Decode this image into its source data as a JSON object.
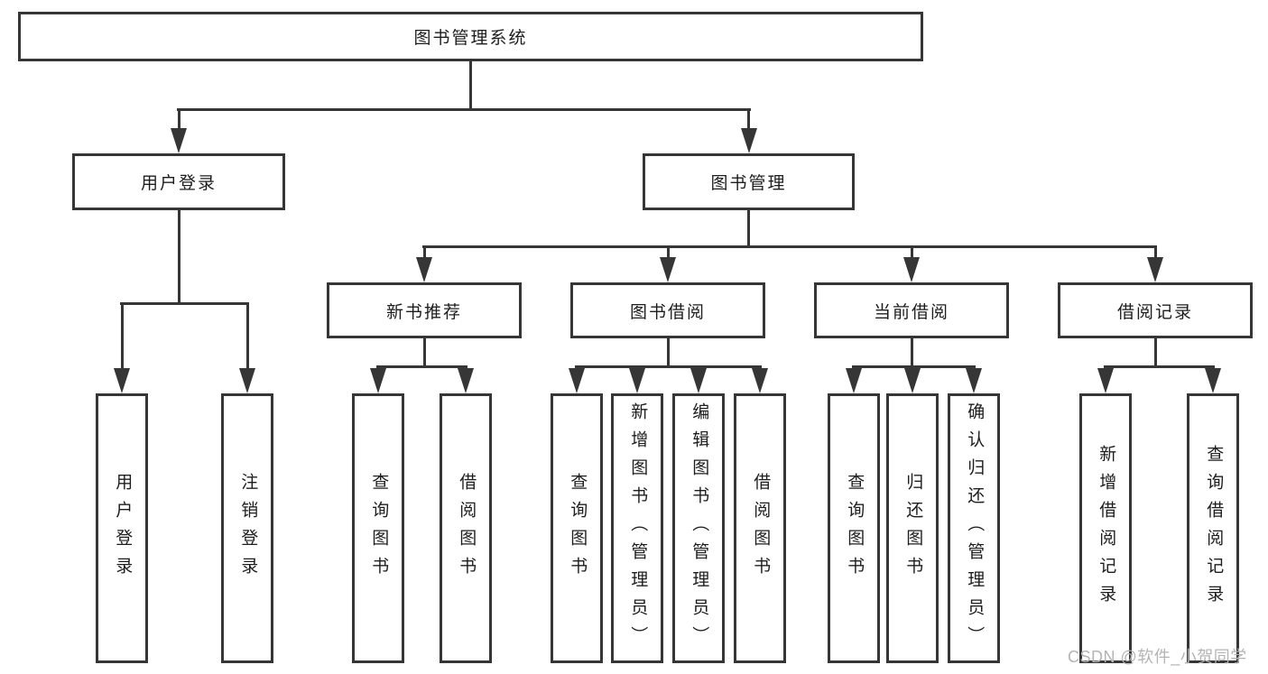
{
  "tree": {
    "label": "图书管理系统",
    "children": [
      {
        "label": "用户登录",
        "children": [
          {
            "label": "用户登录"
          },
          {
            "label": "注销登录"
          }
        ]
      },
      {
        "label": "图书管理",
        "children": [
          {
            "label": "新书推荐",
            "children": [
              {
                "label": "查询图书"
              },
              {
                "label": "借阅图书"
              }
            ]
          },
          {
            "label": "图书借阅",
            "children": [
              {
                "label": "查询图书"
              },
              {
                "label": "新增图书（管理员）"
              },
              {
                "label": "编辑图书（管理员）"
              },
              {
                "label": "借阅图书"
              }
            ]
          },
          {
            "label": "当前借阅",
            "children": [
              {
                "label": "查询图书"
              },
              {
                "label": "归还图书"
              },
              {
                "label": "确认归还（管理员）"
              }
            ]
          },
          {
            "label": "借阅记录",
            "children": [
              {
                "label": "新增借阅记录"
              },
              {
                "label": "查询借阅记录"
              }
            ]
          }
        ]
      }
    ]
  },
  "watermark": "CSDN @软件_小贺同学",
  "colors": {
    "line": "#363636",
    "text": "#1d1d1d",
    "watermark": "#b4b4b4",
    "background": "#ffffff"
  }
}
